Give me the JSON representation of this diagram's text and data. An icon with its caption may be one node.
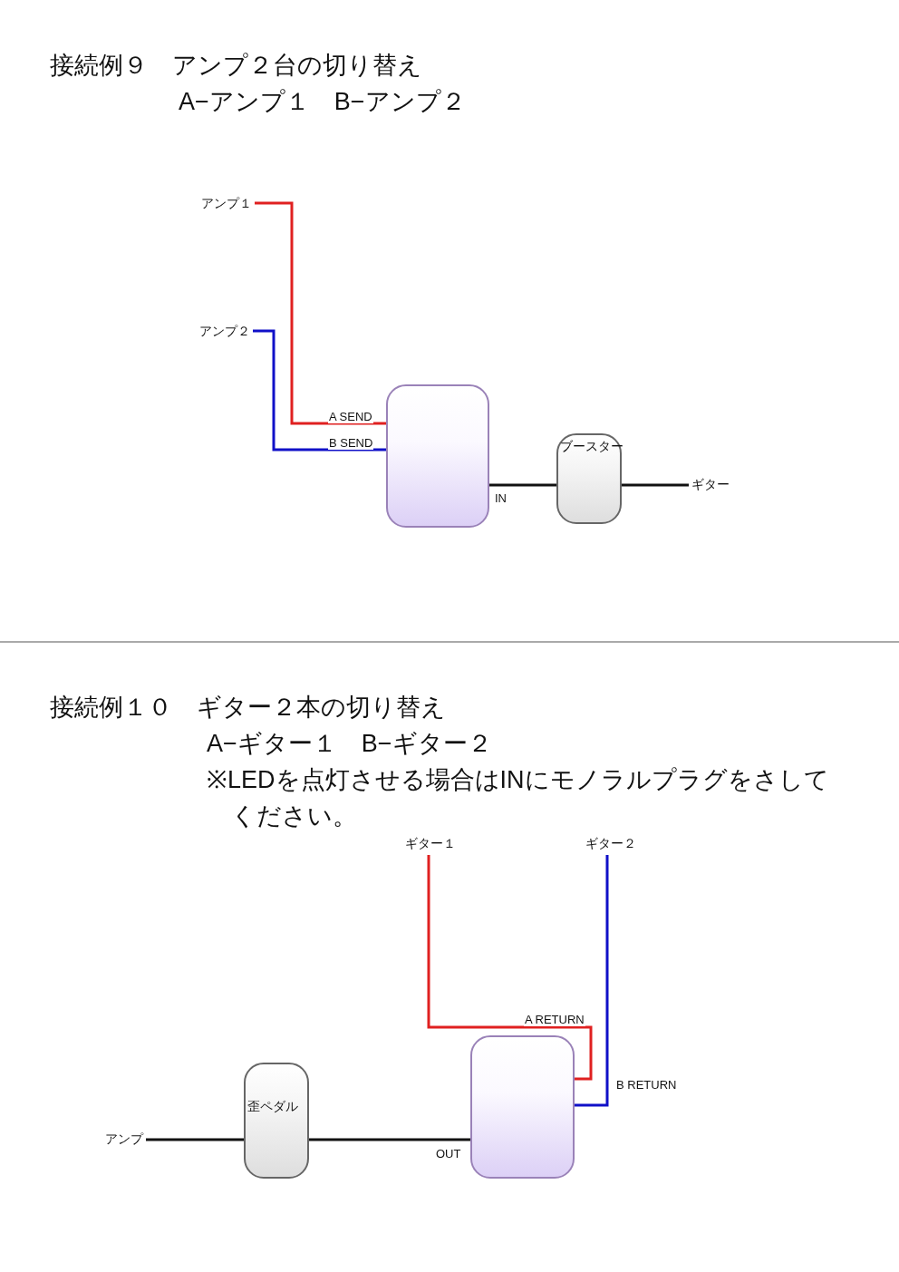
{
  "diagram": {
    "nodes": [
      {
        "text": [
          "アンプ１"
        ]
      },
      {
        "text": [
          "アンプ２"
        ]
      },
      {
        "text": [],
        "shape": "box"
      },
      {
        "text": [
          "ブースター"
        ]
      },
      {
        "text": [
          "ギター"
        ]
      },
      {
        "text": [
          "ギター１"
        ]
      },
      {
        "text": [
          "ギター２"
        ]
      },
      {
        "text": [],
        "shape": "box"
      },
      {
        "text": [
          "歪ペダル"
        ]
      },
      {
        "text": [
          "アンプ"
        ]
      }
    ],
    "edges": [
      {
        "from": 0,
        "to": 2,
        "arrow": "none",
        "label": "A SEND",
        "color": "#e02020"
      },
      {
        "from": 1,
        "to": 2,
        "arrow": "none",
        "label": "B SEND",
        "color": "#1010c8"
      },
      {
        "from": 2,
        "to": 3,
        "arrow": "none",
        "label": "IN"
      },
      {
        "from": 3,
        "to": 4,
        "arrow": "none"
      },
      {
        "from": 5,
        "to": 7,
        "arrow": "none",
        "label": "A RETURN",
        "color": "#e02020"
      },
      {
        "from": 6,
        "to": 7,
        "arrow": "none",
        "label": "B RETURN",
        "color": "#1010c8"
      },
      {
        "from": 7,
        "to": 8,
        "arrow": "none",
        "label": "OUT"
      },
      {
        "from": 8,
        "to": 9,
        "arrow": "none"
      }
    ],
    "labels": [
      "接続例９　アンプ２台の切り替え",
      "A−アンプ１　B−アンプ２",
      "接続例１０　ギター２本の切り替え",
      "A−ギター１　B−ギター２",
      "※LEDを点灯させる場合はINにモノラルプラグをさしてください。"
    ]
  }
}
